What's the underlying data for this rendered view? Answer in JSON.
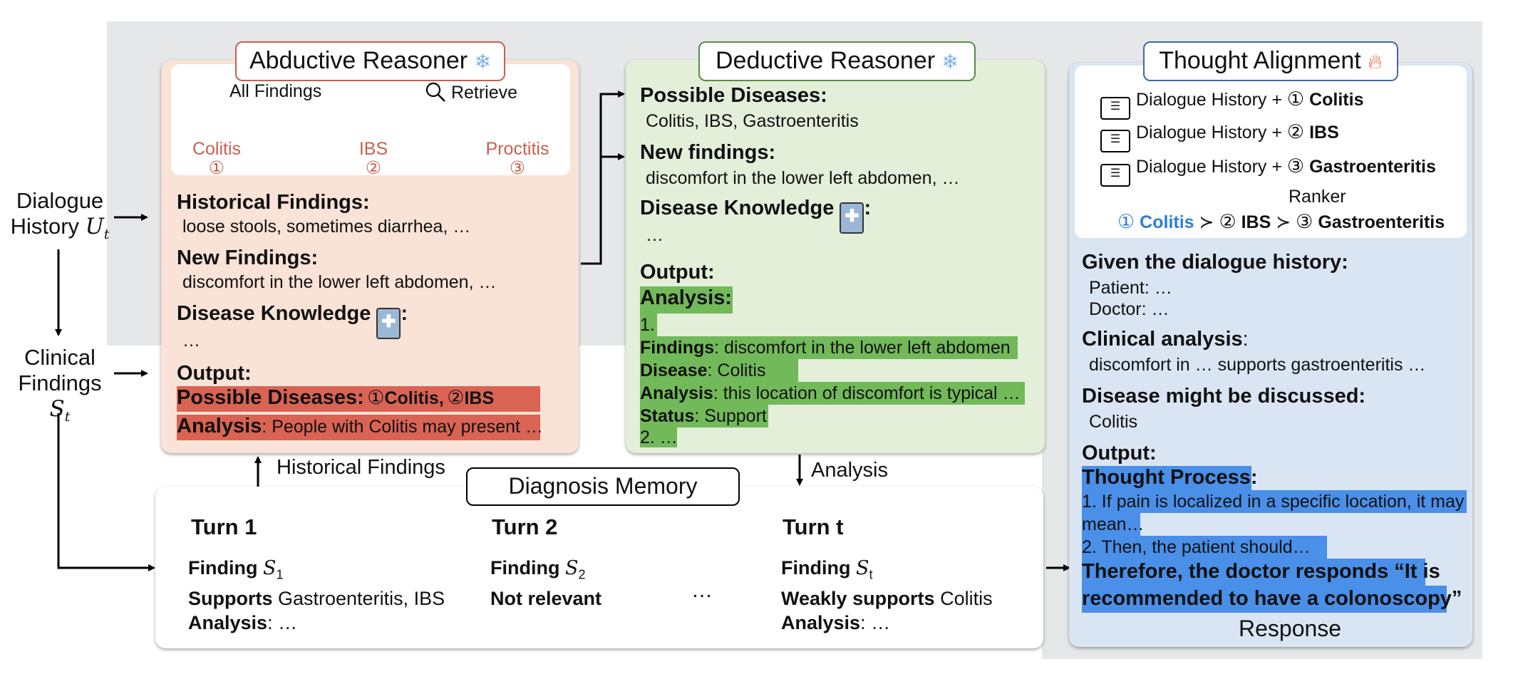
{
  "left": {
    "dialogue_history": [
      "Dialogue",
      "History"
    ],
    "dialogue_var": "U",
    "dialogue_sub": "t",
    "clinical_findings": [
      "Clinical",
      "Findings"
    ],
    "findings_var": "S",
    "findings_sub": "t"
  },
  "abductive": {
    "title": "Abductive Reasoner",
    "all_findings": "All Findings",
    "retrieve": "Retrieve",
    "candidates": [
      {
        "name": "Colitis",
        "num": "①"
      },
      {
        "name": "IBS",
        "num": "②"
      },
      {
        "name": "Proctitis",
        "num": "③"
      }
    ],
    "historical_label": "Historical Findings:",
    "historical_text": "loose stools, sometimes diarrhea, …",
    "new_label": "New Findings:",
    "new_text": "discomfort in the lower left abdomen, …",
    "knowledge_label": "Disease Knowledge",
    "knowledge_colon": ":",
    "ellipsis": "…",
    "output_label": "Output:",
    "possible_label": "Possible Diseases:",
    "possible_1": "Colitis,",
    "possible_2": "IBS",
    "analysis_label": "Analysis",
    "analysis_text": ": People with Colitis may present …"
  },
  "deductive": {
    "title": "Deductive Reasoner",
    "possible_label": "Possible Diseases:",
    "possible_text": "Colitis, IBS, Gastroenteritis",
    "new_label": "New findings:",
    "new_text": "discomfort in the lower left abdomen, …",
    "knowledge_label": "Disease Knowledge",
    "knowledge_colon": ":",
    "ellipsis": "…",
    "output_label": "Output:",
    "analysis_label": "Analysis:",
    "item_num": "1.",
    "findings_label": "Findings",
    "findings_text": ": discomfort in the lower left abdomen",
    "disease_label": "Disease",
    "disease_text": ": Colitis",
    "analysis2_label": "Analysis",
    "analysis2_text": ": this location of discomfort is typical …",
    "status_label": "Status",
    "status_text": ": Support",
    "item2": "2. …"
  },
  "alignment": {
    "title": "Thought Alignment",
    "rows": [
      {
        "prefix": "Dialogue History + ",
        "num": "①",
        "disease": "Colitis"
      },
      {
        "prefix": "Dialogue History + ",
        "num": "②",
        "disease": "IBS"
      },
      {
        "prefix": "Dialogue History + ",
        "num": "③",
        "disease": "Gastroenteritis"
      }
    ],
    "ranker": "Ranker",
    "rank_1_num": "①",
    "rank_1": "Colitis",
    "gt": "≻",
    "rank_2_num": "②",
    "rank_2": "IBS",
    "rank_3_num": "③",
    "rank_3": "Gastroenteritis",
    "given_label": "Given the dialogue history:",
    "patient": "Patient: …",
    "doctor": "Doctor: …",
    "clinical_label": "Clinical analysis",
    "clinical_colon": ":",
    "clinical_text": "discomfort in … supports gastroenteritis …",
    "discussed_label": "Disease might be discussed:",
    "discussed_text": "Colitis",
    "output_label": "Output:",
    "thought_label": "Thought Process:",
    "thought_1a": "1. If pain is localized in a specific location, it may",
    "thought_1b": "mean…",
    "thought_2": "2. Then, the patient should…",
    "therefore_1": "Therefore, the doctor responds “It is",
    "therefore_2": "recommended to have a colonoscopy”",
    "response": "Response"
  },
  "memory": {
    "historical_findings": "Historical Findings",
    "title": "Diagnosis Memory",
    "analysis_arrow": "Analysis",
    "turns": [
      {
        "title": "Turn 1",
        "finding": "Finding",
        "var": "S",
        "sub": "1",
        "support_label": "Supports",
        "support_text": " Gastroenteritis, IBS",
        "analysis_label": "Analysis",
        "analysis_text": ": …"
      },
      {
        "title": "Turn 2",
        "finding": "Finding",
        "var": "S",
        "sub": "2",
        "support_label": "Not relevant",
        "support_text": "",
        "analysis_label": "",
        "analysis_text": ""
      },
      {
        "title": "Turn t",
        "finding": "Finding",
        "var": "S",
        "sub": "t",
        "support_label": "Weakly supports",
        "support_text": " Colitis",
        "analysis_label": "Analysis",
        "analysis_text": ": …"
      }
    ],
    "dots": "…"
  },
  "colors": {
    "abductive_bg": "#f9e2d6",
    "abductive_border": "#c8604f",
    "deductive_bg": "#e3efd9",
    "deductive_border": "#5d8a48",
    "alignment_bg": "#dae5f3",
    "alignment_border": "#3e6aa8",
    "gray_backdrop": "#e6e7e8",
    "candidate_red": "#c8604f",
    "colitis_blue": "#2f7fd4",
    "highlight_red": "#d96454",
    "highlight_green": "#72b95a",
    "highlight_blue": "#4a8fe8"
  },
  "icons": [
    "snowflake-icon",
    "fire-icon",
    "magnifier-icon",
    "book-icon",
    "chat-icon"
  ]
}
